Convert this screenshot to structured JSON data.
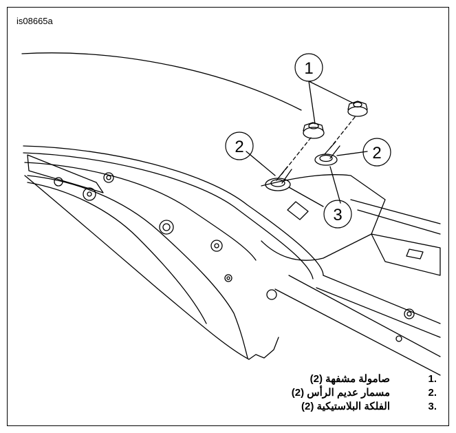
{
  "figure_id": "is08665a",
  "callouts": [
    {
      "number": "1",
      "target": "flange-nut"
    },
    {
      "number": "2",
      "target": "button-head-bolt"
    },
    {
      "number": "2",
      "target": "button-head-bolt"
    },
    {
      "number": "3",
      "target": "plastic-washer"
    }
  ],
  "legend": [
    {
      "number": "1.",
      "text": "صامولة مشفهة (2)"
    },
    {
      "number": "2.",
      "text": "مسمار عديم الرأس (2)"
    },
    {
      "number": "3.",
      "text": "الفلكة البلاستيكية (2)"
    }
  ]
}
